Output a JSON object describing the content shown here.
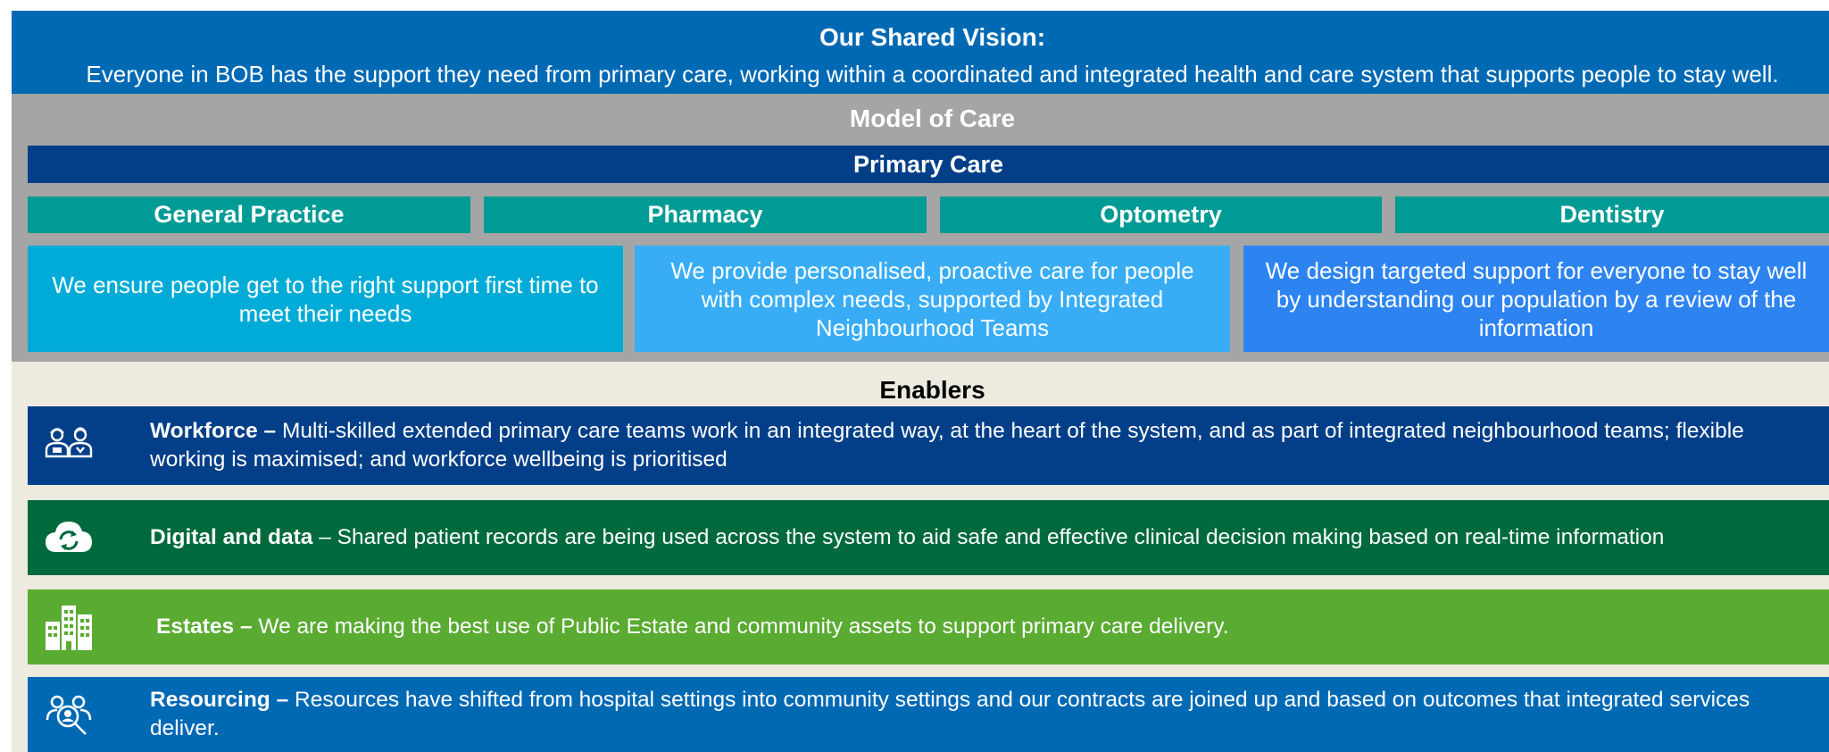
{
  "vision": {
    "title": "Our Shared Vision:",
    "text": "Everyone in BOB has the support they need from primary care, working within a coordinated and integrated health and care system that supports people to stay well."
  },
  "model": {
    "title": "Model of Care",
    "primary_care": "Primary Care",
    "sectors": [
      "General Practice",
      "Pharmacy",
      "Optometry",
      "Dentistry"
    ],
    "statements": [
      "We ensure people get to the right support first time to meet their needs",
      "We provide personalised, proactive care for people with complex needs, supported by Integrated Neighbourhood Teams",
      "We design targeted support for everyone to stay well by understanding our population by a review of the information"
    ]
  },
  "enablers": {
    "title": "Enablers",
    "items": [
      {
        "heading": "Workforce –",
        "text": " Multi-skilled extended primary care teams work in an integrated way, at the heart of the system, and as part of integrated neighbourhood teams; flexible working is maximised; and workforce wellbeing is prioritised",
        "icon": "workforce-icon",
        "color": "#023f88"
      },
      {
        "heading": "Digital and data",
        "text": " – Shared patient records are being used across the system to aid safe and effective clinical decision making based on real-time information",
        "icon": "cloud-sync-icon",
        "color": "#006a3d"
      },
      {
        "heading": "Estates –",
        "text": " We are making the best use of Public Estate and community assets to support primary care delivery.",
        "icon": "buildings-icon",
        "color": "#5aab32"
      },
      {
        "heading": "Resourcing –",
        "text": " Resources have shifted from hospital settings into community settings and our contracts are joined up and based on outcomes that integrated services deliver.",
        "icon": "people-search-icon",
        "color": "#0069b4"
      }
    ]
  },
  "colors": {
    "vision_bg": "#0069b4",
    "model_bg": "#a5a5a5",
    "primary_bar": "#023f88",
    "sector_bg": "#009b94",
    "statement_1": "#00acd7",
    "statement_2": "#38adf6",
    "statement_3": "#2d84f1",
    "enablers_bg": "#edeae0"
  }
}
